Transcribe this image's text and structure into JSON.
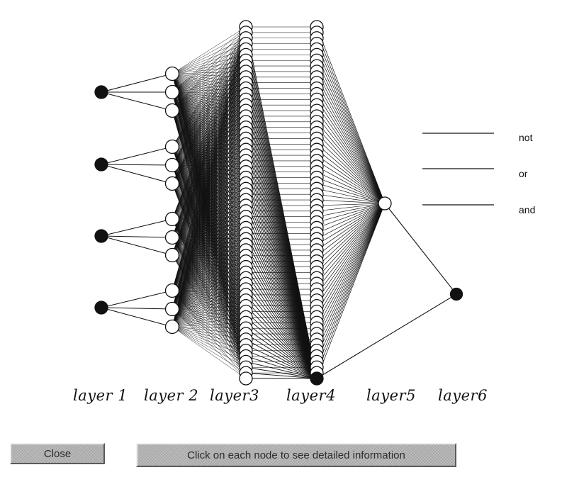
{
  "network": {
    "layers": [
      {
        "name": "layer 1",
        "nodes": 4,
        "fill": "#111111"
      },
      {
        "name": "layer 2",
        "nodes": 12,
        "fill": "#ffffff"
      },
      {
        "name": "layer 3",
        "nodes": 64,
        "fill": "#ffffff"
      },
      {
        "name": "layer 4",
        "nodes": 64,
        "fill": "#ffffff",
        "highlighted_last_node_fill": "#111111"
      },
      {
        "name": "layer 5",
        "nodes": 1,
        "fill": "#ffffff"
      },
      {
        "name": "layer 6",
        "nodes": 1,
        "fill": "#111111"
      }
    ]
  },
  "layer_labels": [
    "layer 1",
    "layer 2",
    "layer3",
    "layer4",
    "layer5",
    "layer6"
  ],
  "legend": [
    {
      "label": "not"
    },
    {
      "label": "or"
    },
    {
      "label": "and"
    }
  ],
  "buttons": {
    "close_label": "Close",
    "info_label": "Click on each node to see detailed information"
  },
  "colors": {
    "edge": "#111111",
    "node_stroke": "#111111",
    "button_face": "#b3b3b3"
  }
}
